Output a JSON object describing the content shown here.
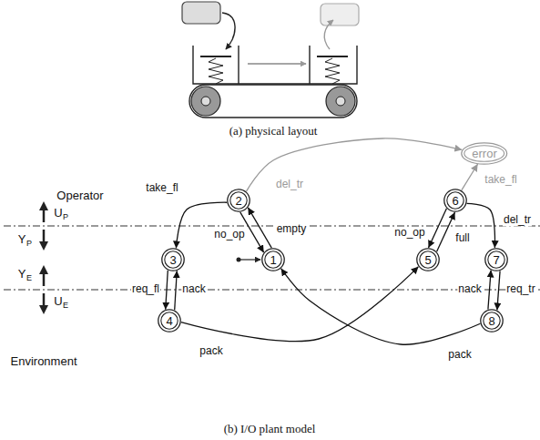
{
  "diagram": {
    "caption": "(b) I/O plant model",
    "nodes": [
      {
        "text": [
          "1"
        ]
      },
      {
        "text": [
          "2"
        ]
      },
      {
        "text": [
          "3"
        ]
      },
      {
        "text": [
          "4"
        ]
      },
      {
        "text": [
          "5"
        ]
      },
      {
        "text": [
          "6"
        ]
      },
      {
        "text": [
          "7"
        ]
      },
      {
        "text": [
          "8"
        ]
      },
      {
        "text": [
          "error"
        ]
      }
    ],
    "edges": [
      {
        "from": 0,
        "to": 1,
        "label": "empty",
        "arrow": "to"
      },
      {
        "from": 1,
        "to": 0,
        "label": "no_op",
        "arrow": "to"
      },
      {
        "from": 1,
        "to": 2,
        "label": "take_fl",
        "arrow": "to"
      },
      {
        "from": 1,
        "to": 8,
        "label": "del_tr",
        "arrow": "to"
      },
      {
        "from": 2,
        "to": 3,
        "label": "req_fl",
        "arrow": "to"
      },
      {
        "from": 3,
        "to": 2,
        "label": "nack",
        "arrow": "to"
      },
      {
        "from": 3,
        "to": 4,
        "label": "pack",
        "arrow": "to"
      },
      {
        "from": 4,
        "to": 5,
        "label": "full",
        "arrow": "to"
      },
      {
        "from": 5,
        "to": 4,
        "label": "no_op",
        "arrow": "to"
      },
      {
        "from": 5,
        "to": 8,
        "label": "take_fl",
        "arrow": "to"
      },
      {
        "from": 5,
        "to": 6,
        "label": "del_tr",
        "arrow": "to"
      },
      {
        "from": 6,
        "to": 7,
        "label": "req_tr",
        "arrow": "to"
      },
      {
        "from": 7,
        "to": 6,
        "label": "nack",
        "arrow": "to"
      },
      {
        "from": 7,
        "to": 0,
        "label": "pack",
        "arrow": "to"
      }
    ],
    "labels": [
      "(a) physical layout",
      "Operator",
      "U",
      "P",
      "Y",
      "P",
      "Y",
      "E",
      "U",
      "E",
      "Environment"
    ]
  }
}
